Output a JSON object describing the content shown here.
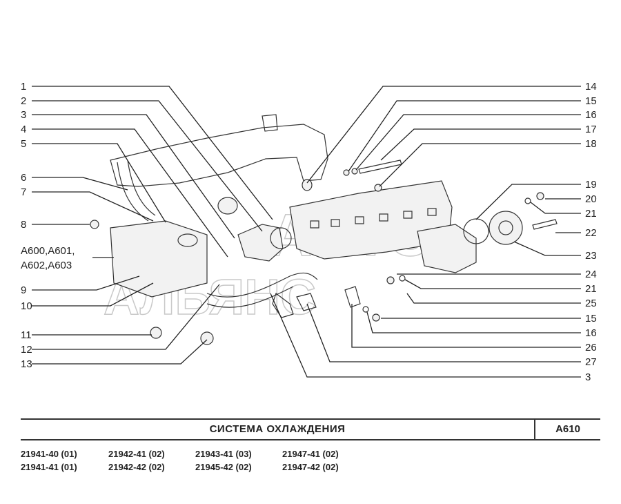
{
  "diagram": {
    "callouts_left": [
      "1",
      "2",
      "3",
      "4",
      "5",
      "6",
      "7",
      "8",
      "9",
      "10",
      "11",
      "12",
      "13"
    ],
    "callouts_right": [
      "14",
      "15",
      "16",
      "17",
      "18",
      "19",
      "20",
      "21",
      "22",
      "23",
      "24",
      "21",
      "25",
      "15",
      "16",
      "26",
      "27",
      "3"
    ],
    "variant_label": [
      "А600,А601,",
      "А602,А603"
    ],
    "watermark": [
      "АВТО",
      "АЛЬЯНС"
    ]
  },
  "title": {
    "text": "СИСТЕМА  ОХЛАЖДЕНИЯ",
    "code": "А610"
  },
  "models": [
    "21941-40 (01)",
    "21941-41 (01)",
    "21942-41 (02)",
    "21942-42 (02)",
    "21943-41 (03)",
    "21945-42 (02)",
    "21947-41 (02)",
    "21947-42 (02)"
  ]
}
